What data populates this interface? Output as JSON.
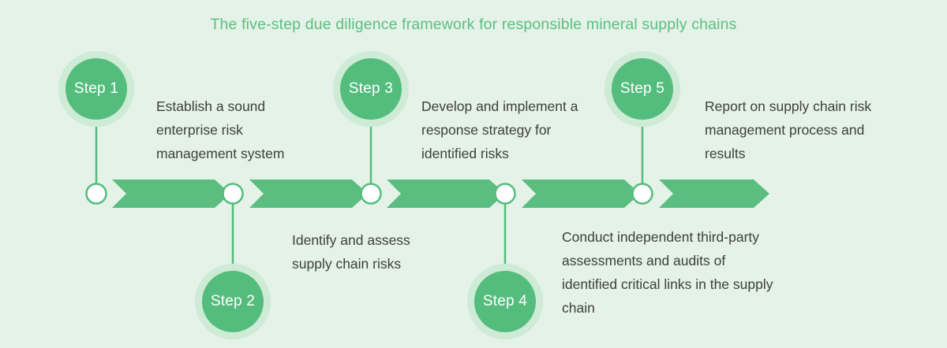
{
  "title": "The five-step due diligence framework for responsible mineral supply chains",
  "colors": {
    "background": "#e4f2e7",
    "accent_green": "#54bd7d",
    "arrow_green": "#5bbe80",
    "halo_green": "#cdebd5",
    "title_green": "#5cbf81",
    "text_gray": "#3f3f3f",
    "node_fill": "#ffffff"
  },
  "steps": [
    {
      "label": "Step 1",
      "description": "Establish a sound enterprise risk management system",
      "position": "above"
    },
    {
      "label": "Step 2",
      "description": "Identify and assess supply chain risks",
      "position": "below"
    },
    {
      "label": "Step 3",
      "description": "Develop and implement a response strategy for identified risks",
      "position": "above"
    },
    {
      "label": "Step 4",
      "description": "Conduct independent third-party assessments and audits of identified critical links in the supply chain",
      "position": "below"
    },
    {
      "label": "Step 5",
      "description": "Report on supply chain risk management process and results",
      "position": "above"
    }
  ]
}
